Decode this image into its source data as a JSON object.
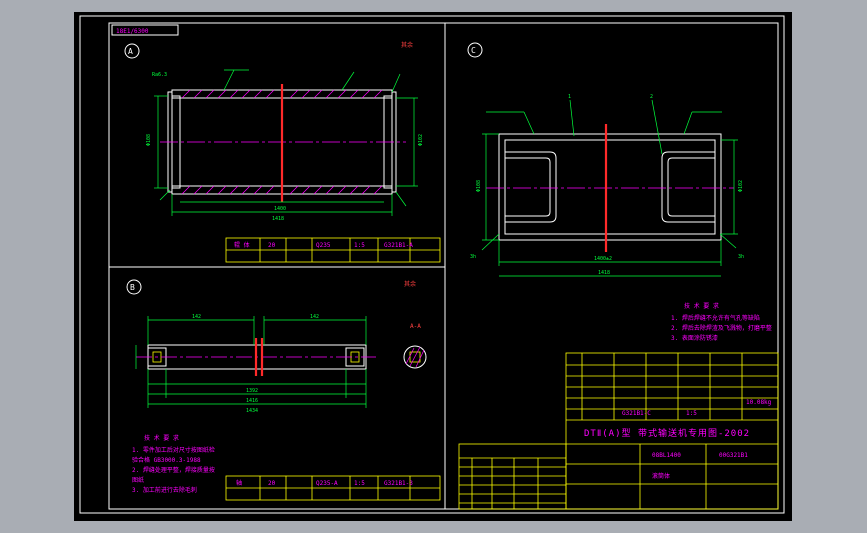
{
  "drawing": {
    "stamp": "18E1/6300",
    "views": {
      "a": "A",
      "b": "B",
      "c": "C"
    },
    "roughness_note": "其余",
    "section_label": "A-A",
    "tech_req_title": "技 术 要 求",
    "tech_req_b": [
      "1. 零件加工后对尺寸按图纸检",
      "   验合格 GB3000.3-1988",
      "2. 焊缝处理平整，焊接质量按",
      "   图纸",
      "3. 加工前进行去除毛刺"
    ],
    "tech_req_c": [
      "1. 焊后焊缝不允许有气孔等缺陷",
      "2. 焊后去除焊渣及飞溅物，打磨平整",
      "3. 表面涂防锈漆"
    ],
    "part_table_a": {
      "name": "辊 体",
      "qty": "20",
      "material": "Q235",
      "scale": "1:5",
      "code": "G321B1-A"
    },
    "part_table_b": {
      "name": "轴",
      "qty": "20",
      "material": "Q235-A",
      "scale": "1:5",
      "code": "G321B1-3"
    },
    "title_block": {
      "title": "DTⅡ(A)型 带式输送机专用图-2002",
      "drawing_no": "08BL1400",
      "part_code": "00G321B1",
      "part_name": "滚筒体",
      "weight": "10.08kg",
      "scale": "1:5",
      "sub_code": "G321B1-C"
    }
  }
}
